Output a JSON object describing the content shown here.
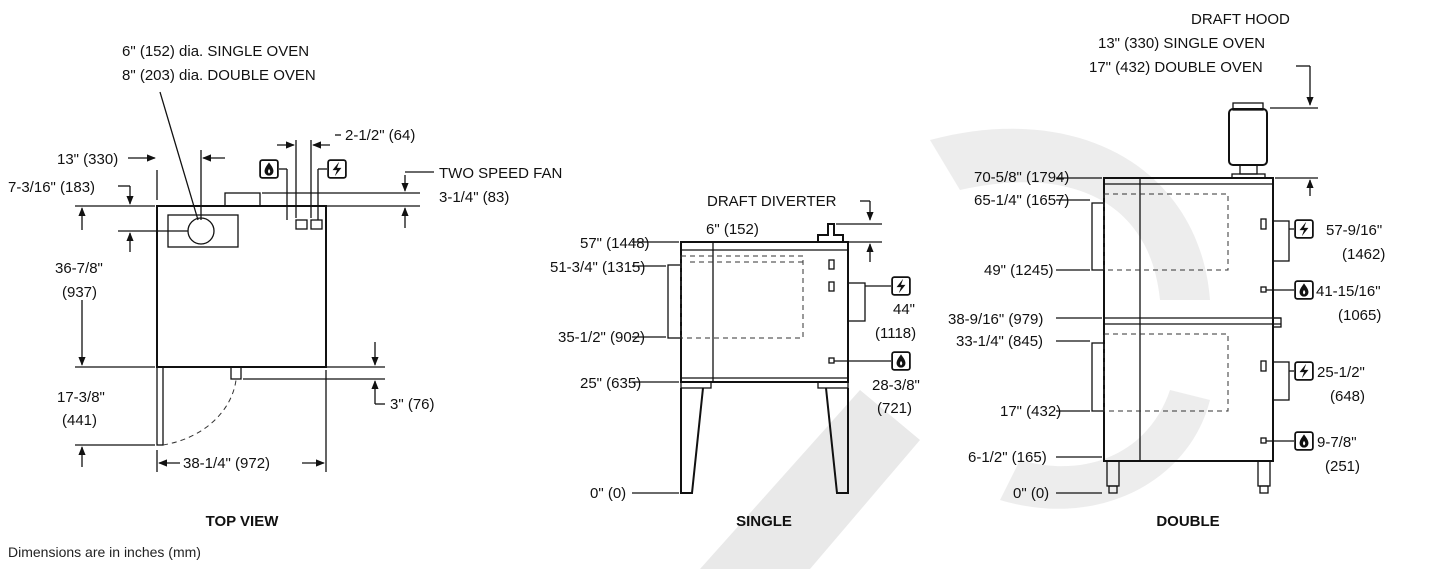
{
  "labels": {
    "top_flue_single": "6\" (152) dia. SINGLE OVEN",
    "top_flue_double": "8\" (203) dia. DOUBLE OVEN",
    "top_13": "13\" (330)",
    "top_2_5": "2-1/2\" (64)",
    "top_7_3_16": "7-3/16\" (183)",
    "top_fan": "TWO SPEED FAN",
    "top_3_1_4": "3-1/4\" (83)",
    "top_36_a": "36-7/8\"",
    "top_36_b": "(937)",
    "top_17_a": "17-3/8\"",
    "top_17_b": "(441)",
    "top_3": "3\" (76)",
    "top_38": "38-1/4\" (972)",
    "s_diverter": "DRAFT DIVERTER",
    "s_6": "6\" (152)",
    "s_57": "57\" (1448)",
    "s_51": "51-3/4\" (1315)",
    "s_35": "35-1/2\" (902)",
    "s_25": "25\" (635)",
    "s_0": "0\" (0)",
    "s_44_a": "44\"",
    "s_44_b": "(1118)",
    "s_28_a": "28-3/8\"",
    "s_28_b": "(721)",
    "d_hood": "DRAFT HOOD",
    "d_hood_single": "13\" (330) SINGLE OVEN",
    "d_hood_double": "17\" (432) DOUBLE OVEN",
    "d_70": "70-5/8\" (1794)",
    "d_65": "65-1/4\" (1657)",
    "d_49": "49\" (1245)",
    "d_38": "38-9/16\" (979)",
    "d_33": "33-1/4\" (845)",
    "d_17": "17\" (432)",
    "d_6": "6-1/2\" (165)",
    "d_0": "0\" (0)",
    "d_57_a": "57-9/16\"",
    "d_57_b": "(1462)",
    "d_41_a": "41-15/16\"",
    "d_41_b": "(1065)",
    "d_25_a": "25-1/2\"",
    "d_25_b": "(648)",
    "d_9_a": "9-7/8\"",
    "d_9_b": "(251)"
  },
  "captions": {
    "top": "TOP VIEW",
    "single": "SINGLE",
    "double": "DOUBLE"
  },
  "note": "Dimensions are in inches (mm)",
  "icons": {
    "gas": "gas-flame-icon",
    "electric": "electric-bolt-icon"
  }
}
